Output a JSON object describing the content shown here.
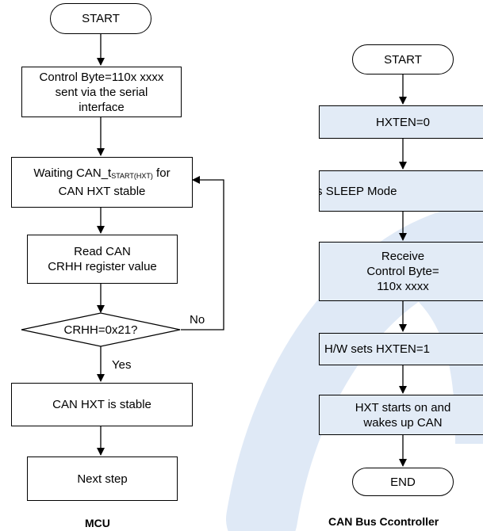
{
  "mcu": {
    "start": "START",
    "step1": "Control Byte=110x xxxx\nsent via the serial\ninterface",
    "wait_prefix": "Waiting CAN_t",
    "wait_sub": "START(HXT)",
    "wait_suffix": " for",
    "wait_line2": "CAN HXT stable",
    "read": "Read CAN\nCRHH register value",
    "decision": "CRHH=0x21?",
    "no_label": "No",
    "yes_label": "Yes",
    "stable": "CAN HXT is stable",
    "next": "Next step",
    "caption": "MCU"
  },
  "can": {
    "start": "START",
    "hxten0": "HXTEN=0",
    "sleep": "CAN enters SLEEP Mode",
    "receive": "Receive\nControl Byte=\n110x xxxx",
    "sets": "H/W sets HXTEN=1",
    "wakes": "HXT starts on and\nwakes up CAN",
    "end": "END",
    "caption": "CAN Bus Ccontroller"
  },
  "colors": {
    "box_fill_blue": "#e2ebf6",
    "watermark": "#dfe9f6"
  }
}
